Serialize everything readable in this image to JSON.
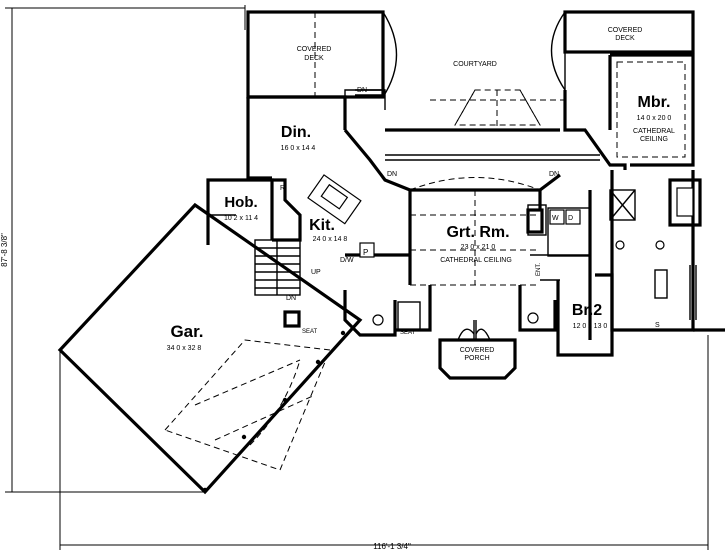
{
  "plan": {
    "dimensions": {
      "width": "116'-1 3/4\"",
      "depth": "87'-8 3/8\""
    },
    "rooms": {
      "garage": {
        "name": "Gar.",
        "size": "34 0 x 32 8"
      },
      "hobby": {
        "name": "Hob.",
        "size": "10 2 x 11 4"
      },
      "dining": {
        "name": "Din.",
        "size": "16 0 x 14 4"
      },
      "kitchen": {
        "name": "Kit.",
        "size": "24 0 x 14 8"
      },
      "great_room": {
        "name": "Grt. Rm.",
        "size": "23 0 x 21 0",
        "note": "CATHEDRAL CEILING"
      },
      "master": {
        "name": "Mbr.",
        "size": "14 0 x 20 0",
        "note_line1": "CATHEDRAL",
        "note_line2": "CEILING"
      },
      "bedroom2": {
        "name": "Br.2",
        "size": "12 0 x 13 0"
      }
    },
    "labels": {
      "covered_deck_left_1": "COVERED",
      "covered_deck_left_2": "DECK",
      "covered_deck_right_1": "COVERED",
      "covered_deck_right_2": "DECK",
      "courtyard": "COURTYARD",
      "covered_porch_1": "COVERED",
      "covered_porch_2": "PORCH",
      "dn_deck": "DN",
      "dn_left": "DN",
      "dn_right": "DN",
      "dn_stair": "DN",
      "up_stair": "UP",
      "seat_garage": "SEAT",
      "seat_entry": "SEAT",
      "ent": "ENT.",
      "dw": "D/W",
      "pantry": "P",
      "refrigerator": "R",
      "washer": "W",
      "dryer": "D",
      "shower": "S"
    }
  }
}
